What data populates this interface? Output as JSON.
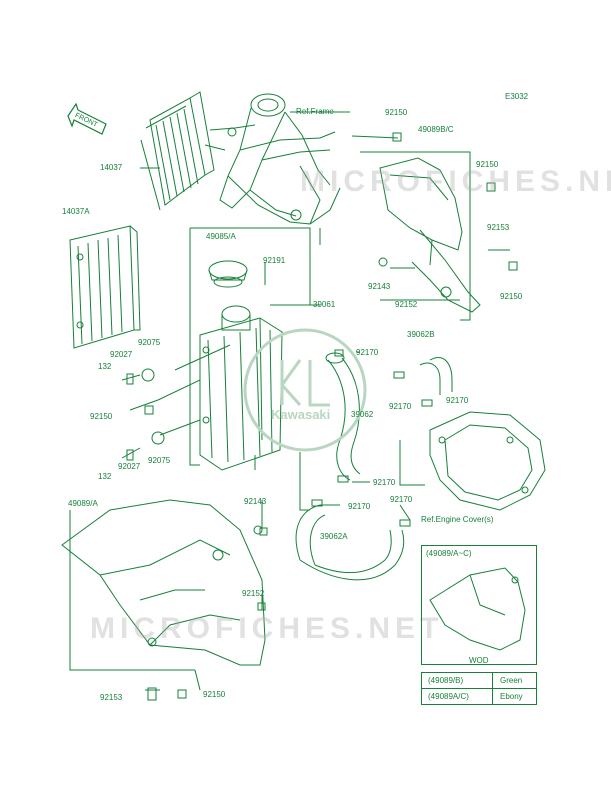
{
  "diagram_code": "E3032",
  "front_label": "FRONT",
  "watermark": "MICROFICHES.NET",
  "brand_logo": "Kawasaki",
  "callouts": [
    {
      "id": "ref-frame",
      "text": "Ref.Frame"
    },
    {
      "id": "p92150a",
      "text": "92150"
    },
    {
      "id": "p49089bc",
      "text": "49089B/C"
    },
    {
      "id": "p92150b",
      "text": "92150"
    },
    {
      "id": "p14037",
      "text": "14037"
    },
    {
      "id": "p92153a",
      "text": "92153"
    },
    {
      "id": "p14037a",
      "text": "14037A"
    },
    {
      "id": "p49085a",
      "text": "49085/A"
    },
    {
      "id": "p92191",
      "text": "92191"
    },
    {
      "id": "p92143a",
      "text": "92143"
    },
    {
      "id": "p92150c",
      "text": "92150"
    },
    {
      "id": "p92152a",
      "text": "92152"
    },
    {
      "id": "p39061",
      "text": "39061"
    },
    {
      "id": "p92075a",
      "text": "92075"
    },
    {
      "id": "p39062b",
      "text": "39062B"
    },
    {
      "id": "p92027a",
      "text": "92027"
    },
    {
      "id": "p92170a",
      "text": "92170"
    },
    {
      "id": "p132a",
      "text": "132"
    },
    {
      "id": "p92170b",
      "text": "92170"
    },
    {
      "id": "p92170c",
      "text": "92170"
    },
    {
      "id": "p92150d",
      "text": "92150"
    },
    {
      "id": "p39062",
      "text": "39062"
    },
    {
      "id": "p132b",
      "text": "132"
    },
    {
      "id": "p92027b",
      "text": "92027"
    },
    {
      "id": "p92075b",
      "text": "92075"
    },
    {
      "id": "p92170d",
      "text": "92170"
    },
    {
      "id": "p49089a",
      "text": "49089/A"
    },
    {
      "id": "p92143b",
      "text": "92143"
    },
    {
      "id": "p92170e",
      "text": "92170"
    },
    {
      "id": "p92170f",
      "text": "92170"
    },
    {
      "id": "ref-engine",
      "text": "Ref.Engine Cover(s)"
    },
    {
      "id": "p39062a",
      "text": "39062A"
    },
    {
      "id": "p49089ac",
      "text": "(49089/A~C)"
    },
    {
      "id": "p92152b",
      "text": "92152"
    },
    {
      "id": "p92153b",
      "text": "92153"
    },
    {
      "id": "p92150e",
      "text": "92150"
    }
  ],
  "wod_table": {
    "header": "WOD",
    "rows": [
      {
        "part": "(49089/B)",
        "color": "Green"
      },
      {
        "part": "(49089A/C)",
        "color": "Ebony"
      }
    ]
  },
  "colors": {
    "line": "#17803a",
    "watermark": "#aaaaaa",
    "background": "#ffffff"
  }
}
